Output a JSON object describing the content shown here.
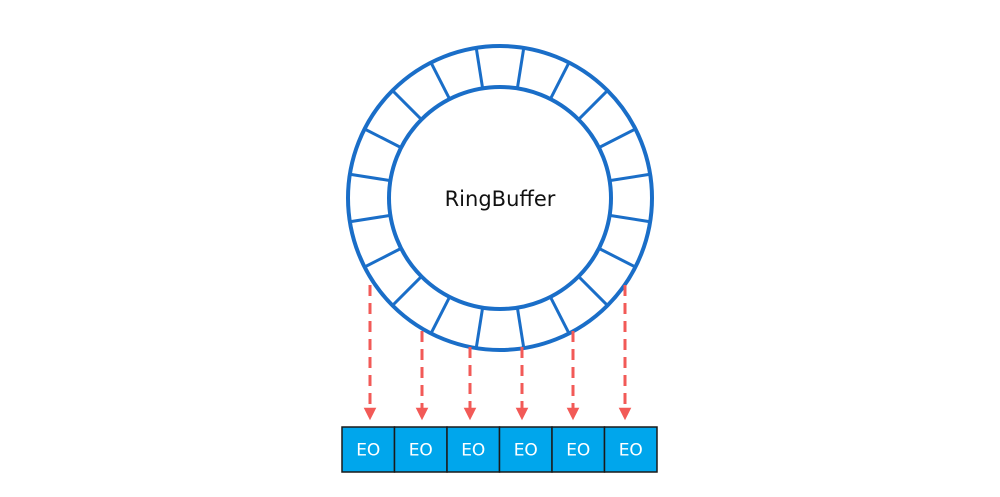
{
  "ring_buffer": {
    "label": "RingBuffer",
    "slot_count": 20,
    "stroke_color": "#1a6ec8"
  },
  "arrows": {
    "color": "#f25a57",
    "count": 6
  },
  "event_objects": {
    "fill_color": "#00a6ec",
    "border_color": "#1a1a1a",
    "items": [
      {
        "label": "EO"
      },
      {
        "label": "EO"
      },
      {
        "label": "EO"
      },
      {
        "label": "EO"
      },
      {
        "label": "EO"
      },
      {
        "label": "EO"
      }
    ]
  }
}
